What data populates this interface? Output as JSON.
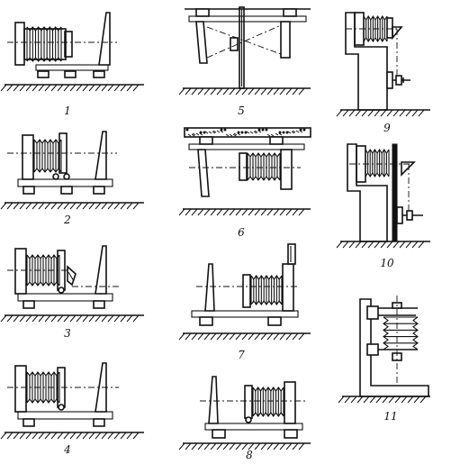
{
  "figure": {
    "panels": [
      {
        "id": "1",
        "label": "1"
      },
      {
        "id": "2",
        "label": "2"
      },
      {
        "id": "3",
        "label": "3"
      },
      {
        "id": "4",
        "label": "4"
      },
      {
        "id": "5",
        "label": "5"
      },
      {
        "id": "6",
        "label": "6"
      },
      {
        "id": "7",
        "label": "7"
      },
      {
        "id": "8",
        "label": "8"
      },
      {
        "id": "9",
        "label": "9"
      },
      {
        "id": "10",
        "label": "10"
      },
      {
        "id": "11",
        "label": "11"
      }
    ]
  }
}
